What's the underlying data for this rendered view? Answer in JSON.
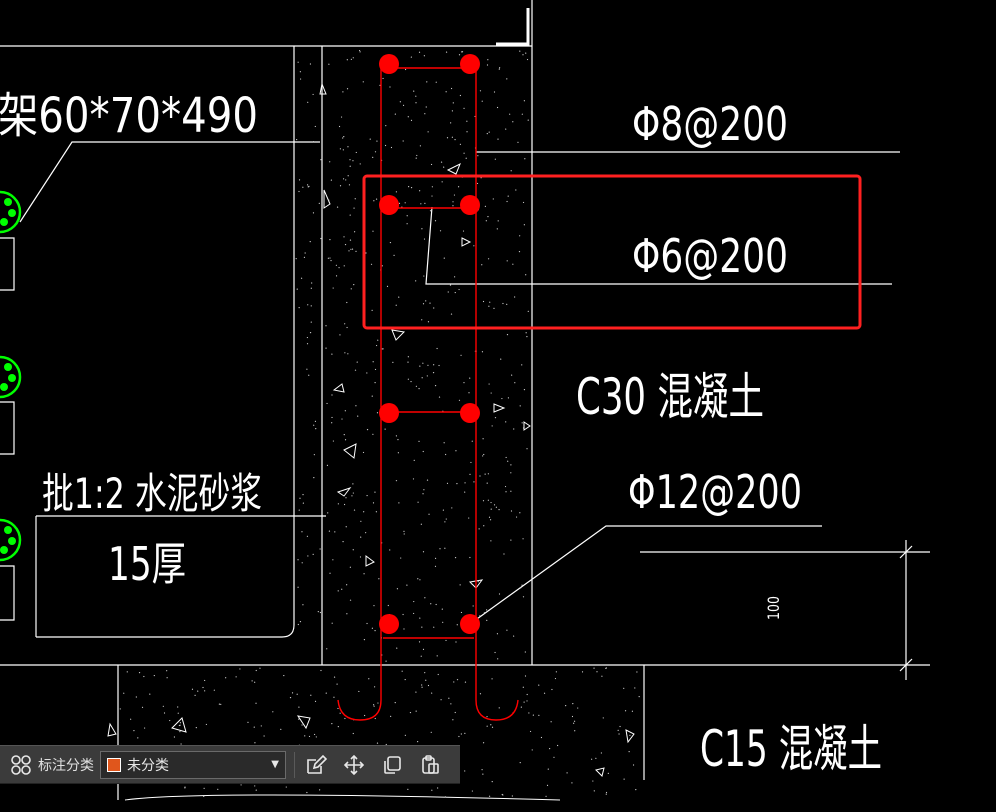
{
  "drawing": {
    "labels": {
      "frame_spec": "架60*70*490",
      "stirrup_top": "Φ8@200",
      "stirrup_mid": "Φ6@200",
      "concrete_c30": "C30 混凝土",
      "stirrup_bottom": "Φ12@200",
      "mortar_note": "批1:2 水泥砂浆",
      "mortar_thickness": "15厚",
      "dimension_100": "100",
      "concrete_c15": "C15 混凝土"
    },
    "colors": {
      "background": "#000000",
      "rebar_red": "#ff0000",
      "highlight_box": "#ff2020",
      "bolt_green": "#00ff00",
      "line_white": "#ffffff"
    }
  },
  "toolbar": {
    "grid_icon": "grid-icon",
    "category_label": "标注分类",
    "category_value": "未分类",
    "category_swatch_color": "#e0561c",
    "icons": [
      "edit-icon",
      "move-icon",
      "copy-icon",
      "paste-icon"
    ]
  }
}
